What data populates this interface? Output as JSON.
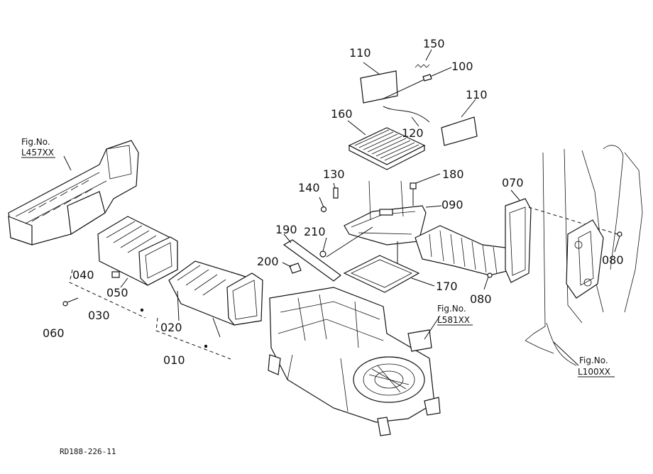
{
  "part_labels": {
    "p010": "010",
    "p020": "020",
    "p030": "030",
    "p040": "040",
    "p050": "050",
    "p060": "060",
    "p070": "070",
    "p080a": "080",
    "p080b": "080",
    "p090": "090",
    "p100": "100",
    "p110a": "110",
    "p110b": "110",
    "p120": "120",
    "p130": "130",
    "p140": "140",
    "p150": "150",
    "p160": "160",
    "p170": "170",
    "p180": "180",
    "p190": "190",
    "p200": "200",
    "p210": "210"
  },
  "figure_refs": {
    "left": {
      "line1": "Fig.No.",
      "line2": "L457XX"
    },
    "mid": {
      "line1": "Fig.No.",
      "line2": "L581XX"
    },
    "right": {
      "line1": "Fig.No.",
      "line2": "L100XX"
    }
  },
  "drawing_code": "RD188-226-11"
}
